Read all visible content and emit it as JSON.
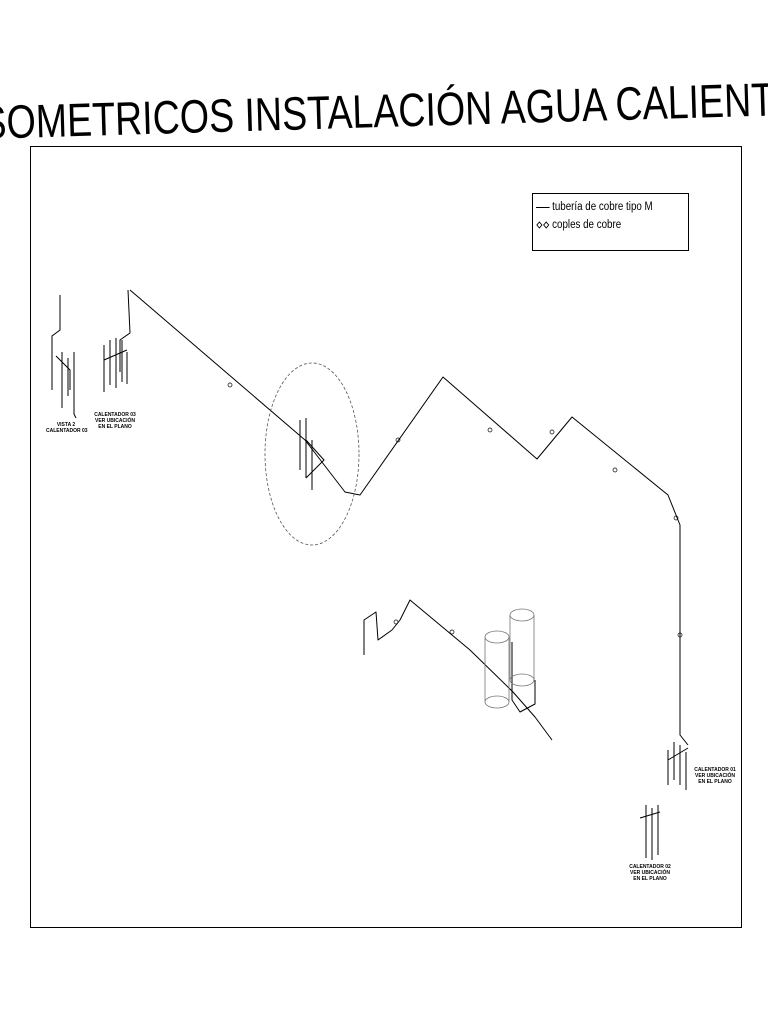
{
  "title": "ISOMETRICOS INSTALACIÓN AGUA CALIENTE",
  "legend": {
    "items": [
      {
        "symbol": "line-icon",
        "label": "tubería de cobre tipo M"
      },
      {
        "symbol": "coupling-icon",
        "label": "coples de cobre"
      }
    ]
  },
  "labels": {
    "vista2": "VISTA 2",
    "calentador03_vista": "CALENTADOR 03",
    "calentador03": "CALENTADOR 03",
    "calentador01": "CALENTADOR 01",
    "calentador02": "CALENTADOR 02",
    "ver_ubicacion": "VER UBICACIÓN",
    "en_el_plano": "EN EL PLANO"
  },
  "colors": {
    "ink": "#000000",
    "paper": "#ffffff",
    "detail": "#555555"
  }
}
